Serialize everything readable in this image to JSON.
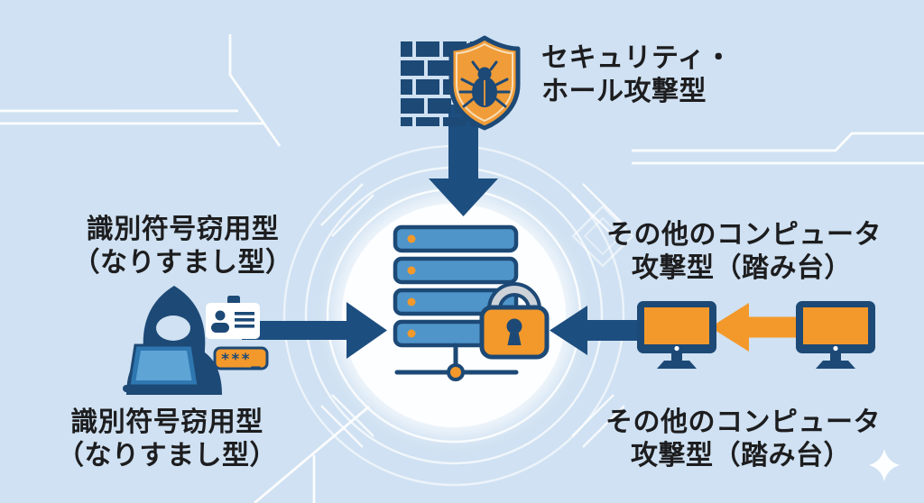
{
  "palette": {
    "background": "#cfe1f2",
    "navy": "#1d4e80",
    "navy_dark": "#1b4674",
    "bar_blue": "#4f95ca",
    "laptop_blue": "#5ea5d6",
    "orange": "#f3992b",
    "shield_orange": "#f09c38",
    "shackle_gray": "#ccd2d8",
    "text": "#1d1d1f",
    "decor_white": "#ffffff"
  },
  "top_node": {
    "label_line1": "セキュリティ・",
    "label_line2": "ホール攻撃型",
    "icon": "firewall-wall-with-bug-shield"
  },
  "left_node": {
    "label_line1": "識別符号窃用型",
    "label_line2": "（なりすまし型）",
    "caption_line1": "識別符号窃用型",
    "caption_line2": "（なりすまし型）",
    "password_text": "***_",
    "icon": "hooded-hacker-with-laptop-id-card-and-password"
  },
  "right_node": {
    "label_line1": "その他のコンピュータ",
    "label_line2": "攻撃型（踏み台）",
    "caption_line1": "その他のコンピュータ",
    "caption_line2": "攻撃型（踏み台）",
    "icon": "two-computer-monitors-stepping-stone"
  },
  "center_node": {
    "icon": "server-rack-with-padlock"
  }
}
